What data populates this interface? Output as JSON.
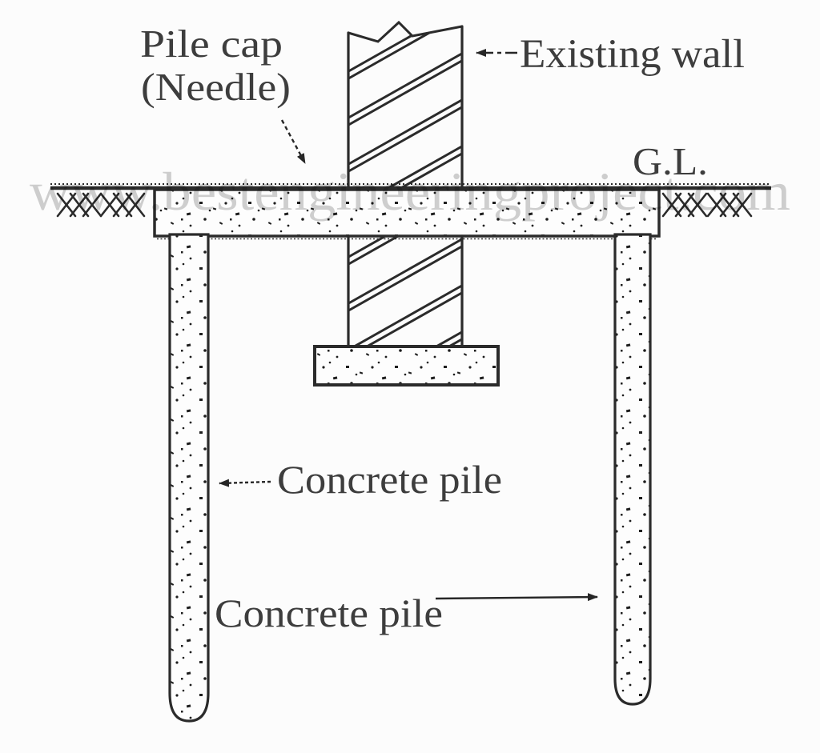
{
  "diagram": {
    "labels": {
      "pile_cap": {
        "line1": "Pile cap",
        "line2": "(Needle)"
      },
      "existing_wall": "Existing wall",
      "ground_level": "G.L.",
      "concrete_pile_upper": "Concrete pile",
      "concrete_pile_lower": "Concrete pile"
    },
    "watermark": "www.bestengineeringproject.com",
    "colors": {
      "ink": "#2b2b2b",
      "label_text": "#3d3d3d",
      "watermark": "#c8c8c8",
      "background": "#fcfcfc"
    }
  }
}
